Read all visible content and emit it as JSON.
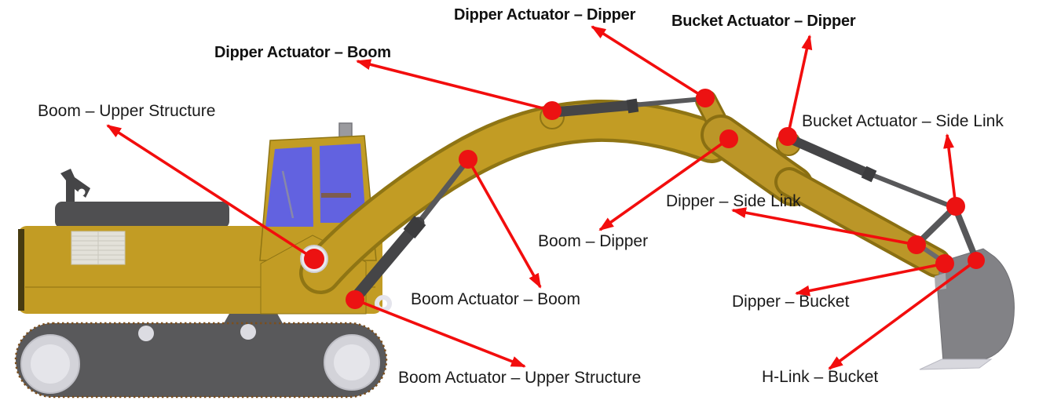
{
  "labels": {
    "dipper_actuator_dipper": "Dipper Actuator – Dipper",
    "bucket_actuator_dipper": "Bucket Actuator – Dipper",
    "dipper_actuator_boom": "Dipper Actuator – Boom",
    "boom_upper_structure": "Boom – Upper Structure",
    "bucket_actuator_side_link": "Bucket Actuator – Side Link",
    "dipper_side_link": "Dipper – Side Link",
    "boom_dipper": "Boom – Dipper",
    "boom_actuator_boom": "Boom Actuator – Boom",
    "dipper_bucket": "Dipper – Bucket",
    "boom_actuator_upper_structure": "Boom Actuator – Upper Structure",
    "h_link_bucket": "H-Link – Bucket"
  },
  "colors": {
    "marker": "#ec1212",
    "arrow": "#f20d0d",
    "machine-yellow": "#c29c24",
    "machine-yellow-dark": "#8f7514",
    "dipper-yellow": "#bb9628",
    "cab-window": "#6262e0",
    "steel-dark": "#454547",
    "steel": "#58585a",
    "track-gray": "#59595b",
    "bucket-gray": "#828286",
    "label-text": "#1a1a1a"
  }
}
